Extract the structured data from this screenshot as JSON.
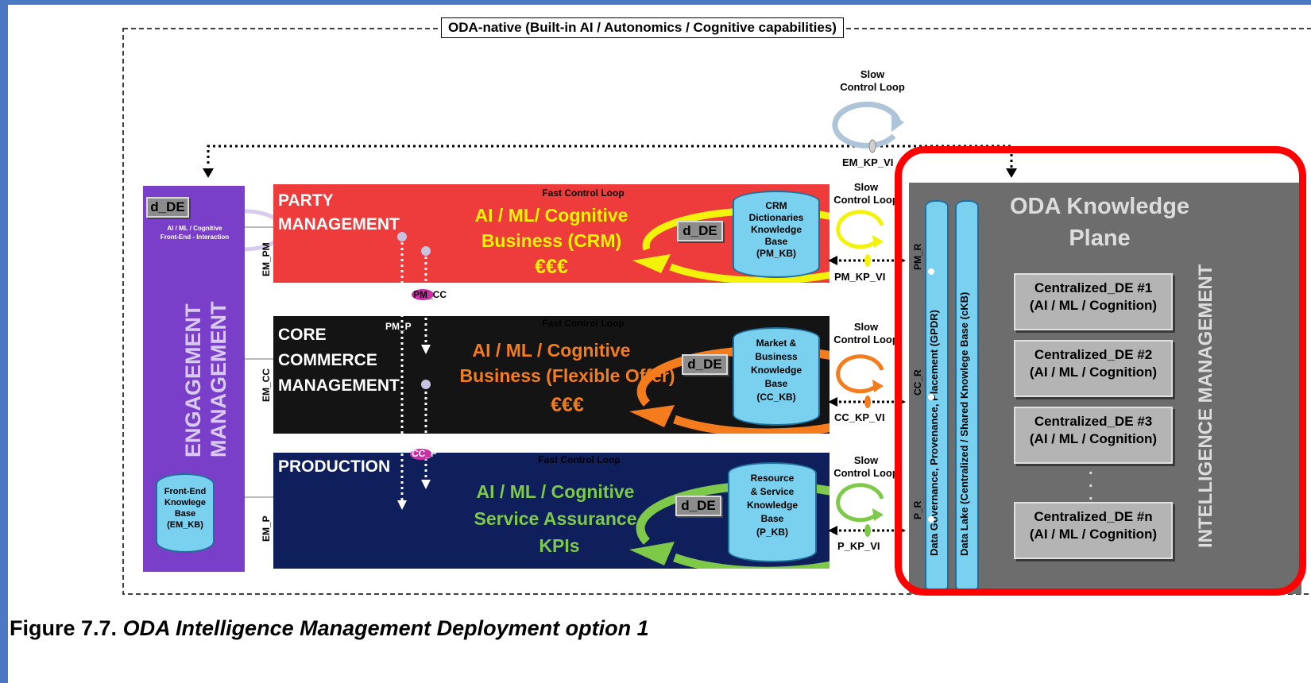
{
  "frame_label": "ODA-native (Built-in AI / Autonomics / Cognitive capabilities)",
  "top_loop": {
    "label": "Slow\nControl Loop",
    "interface": "EM_KP_VI"
  },
  "engagement": {
    "dde": "d_DE",
    "loop_text": "AI / ML / Cognitive\nFront-End - Interaction",
    "title_1": "ENGAGEMENT",
    "title_2": "MANAGEMENT",
    "kb": "Front-End\nKnowlege\nBase\n(EM_KB)",
    "if_pm": "EM_PM",
    "if_cc": "EM_CC",
    "if_p": "EM_P"
  },
  "party": {
    "title": "PARTY\nMANAGEMENT",
    "fast_loop": "Fast Control Loop",
    "loop_line1": "AI / ML/ Cognitive",
    "loop_line2": "Business (CRM)",
    "loop_line3": "€€€",
    "dde": "d_DE",
    "kb": "CRM\nDictionaries\nKnowledge\nBase\n(PM_KB)",
    "slow_loop": "Slow\nControl Loop",
    "kp": "PM_KP_VI"
  },
  "core": {
    "title": "CORE\nCOMMERCE\nMANAGEMENT",
    "fast_loop": "Fast Control Loop",
    "loop_line1": "AI / ML / Cognitive",
    "loop_line2": "Business (Flexible Offer)",
    "loop_line3": "€€€",
    "dde": "d_DE",
    "kb": "Market &\nBusiness\nKnowledge\nBase\n(CC_KB)",
    "slow_loop": "Slow\nControl Loop",
    "kp": "CC_KP_VI"
  },
  "production": {
    "title": "PRODUCTION",
    "fast_loop": "Fast Control Loop",
    "loop_line1": "AI / ML / Cognitive",
    "loop_line2": "Service Assurance",
    "loop_line3": "KPIs",
    "dde": "d_DE",
    "kb": "Resource\n& Service\nKnowledge\nBase\n(P_KB)",
    "slow_loop": "Slow\nControl Loop",
    "kp": "P_KP_VI"
  },
  "interfaces": {
    "pm_cc": "PM_CC",
    "pm_p": "PM_P",
    "cc_p": "CC_P"
  },
  "knowledge_plane": {
    "title": "ODA Knowledge\nPlane",
    "side_label": "INTELLIGENCE  MANAGEMENT",
    "data_governance": "Data Governance, Provenance,  Placement (GPDR)",
    "data_lake": "Data Lake (Centralized / Shared Knowlege Base (cKB)",
    "pm_r": "PM_R",
    "cc_r": "CC_R",
    "p_r": "P_R",
    "centralized": [
      {
        "name": "Centralized_DE  #1",
        "sub": "(AI / ML / Cognition)"
      },
      {
        "name": "Centralized_DE  #2",
        "sub": "(AI / ML / Cognition)"
      },
      {
        "name": "Centralized_DE  #3",
        "sub": "(AI / ML / Cognition)"
      },
      {
        "name": "Centralized_DE  #n",
        "sub": "(AI / ML / Cognition)"
      }
    ],
    "ellipsis": "."
  },
  "caption": {
    "prefix": "Figure 7.7.",
    "title": "ODA Intelligence Management Deployment option 1"
  },
  "colors": {
    "party": "#ee3b3b",
    "core": "#141414",
    "production": "#0e1f5c",
    "engagement": "#7a3fc8",
    "knowledge_plane": "#6d6d6d",
    "highlight": "#ff0000",
    "border": "#4a78c2"
  }
}
